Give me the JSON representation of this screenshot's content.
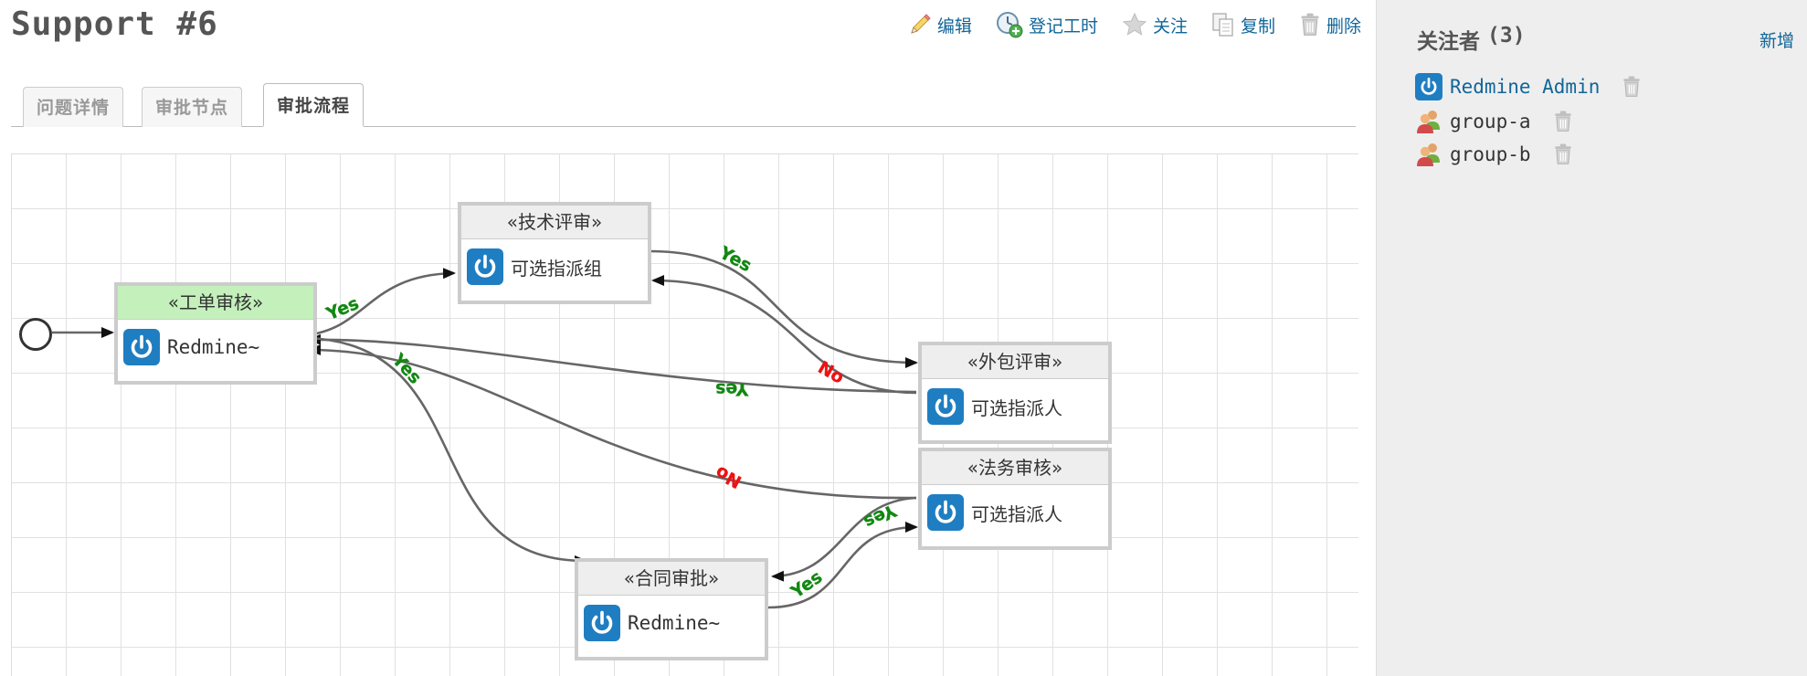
{
  "issue": {
    "title": "Support #6"
  },
  "actions": [
    {
      "icon": "pencil-icon",
      "label": "编辑"
    },
    {
      "icon": "clock-add-icon",
      "label": "登记工时"
    },
    {
      "icon": "star-icon",
      "label": "关注"
    },
    {
      "icon": "copy-icon",
      "label": "复制"
    },
    {
      "icon": "trash-icon",
      "label": "删除"
    }
  ],
  "tabs": [
    {
      "label": "问题详情",
      "selected": false
    },
    {
      "label": "审批节点",
      "selected": false
    },
    {
      "label": "审批流程",
      "selected": true
    }
  ],
  "workflow": {
    "nodes": [
      {
        "id": "n1",
        "stereotype": "«工单审核»",
        "assignee": "Redmine~",
        "active": true
      },
      {
        "id": "n2",
        "stereotype": "«技术评审»",
        "assignee": "可选指派组",
        "active": false
      },
      {
        "id": "n3",
        "stereotype": "«外包评审»",
        "assignee": "可选指派人",
        "active": false
      },
      {
        "id": "n4",
        "stereotype": "«法务审核»",
        "assignee": "可选指派人",
        "active": false
      },
      {
        "id": "n5",
        "stereotype": "«合同审批»",
        "assignee": "Redmine~",
        "active": false
      }
    ],
    "edge_labels": [
      {
        "text": "Yes",
        "color": "#118811"
      },
      {
        "text": "Yes",
        "color": "#118811"
      },
      {
        "text": "Yes",
        "color": "#118811"
      },
      {
        "text": "No",
        "color": "#ee1111"
      },
      {
        "text": "Yes",
        "color": "#118811"
      },
      {
        "text": "No",
        "color": "#ee1111"
      },
      {
        "text": "Yes",
        "color": "#118811"
      },
      {
        "text": "Yes",
        "color": "#118811"
      }
    ]
  },
  "watchers": {
    "title": "关注者",
    "count": "(3)",
    "add_label": "新增",
    "items": [
      {
        "name": "Redmine Admin",
        "type": "user"
      },
      {
        "name": "group-a",
        "type": "group"
      },
      {
        "name": "group-b",
        "type": "group"
      }
    ]
  },
  "colors": {
    "link": "#116699",
    "active_node": "#c3f0bb",
    "yes": "#118811",
    "no": "#ee1111",
    "icon_blue": "#1f7ec2"
  }
}
